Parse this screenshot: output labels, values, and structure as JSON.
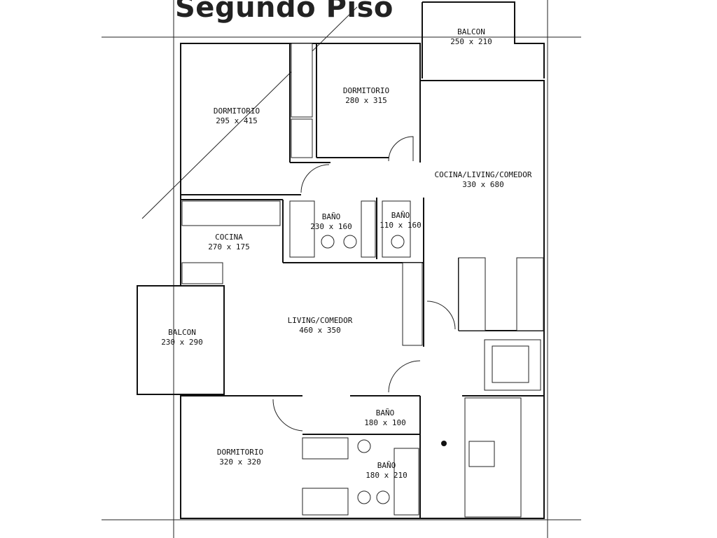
{
  "title": "Segundo Piso",
  "rooms": [
    {
      "name": "BALCON",
      "size": "250 x 210"
    },
    {
      "name": "DORMITORIO",
      "size": "280 x 315"
    },
    {
      "name": "DORMITORIO",
      "size": "295 x 415"
    },
    {
      "name": "COCINA/LIVING/COMEDOR",
      "size": "330 x 680"
    },
    {
      "name": "BAÑO",
      "size": "230 x 160"
    },
    {
      "name": "BAÑO",
      "size": "110 x 160"
    },
    {
      "name": "COCINA",
      "size": "270 x 175"
    },
    {
      "name": "LIVING/COMEDOR",
      "size": "460 x 350"
    },
    {
      "name": "BALCON",
      "size": "230 x 290"
    },
    {
      "name": "BAÑO",
      "size": "180 x 100"
    },
    {
      "name": "DORMITORIO",
      "size": "320 x 320"
    },
    {
      "name": "BAÑO",
      "size": "180 x 210"
    }
  ]
}
